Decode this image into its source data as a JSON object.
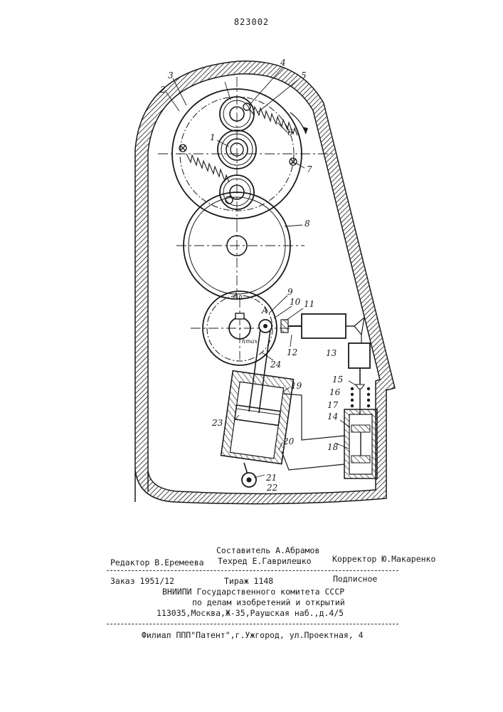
{
  "document": {
    "patent_number": "823002",
    "colors": {
      "ink": "#1a1a1a",
      "paper": "#ffffff"
    }
  },
  "figure": {
    "labels": {
      "n1": "1",
      "n2": "2",
      "n3": "3",
      "n4": "4",
      "n5": "5",
      "n6": "6",
      "n7": "7",
      "n8": "8",
      "n9": "9",
      "n10": "10",
      "n11": "11",
      "n12": "12",
      "n13": "13",
      "n14": "14",
      "n15": "15",
      "n16": "16",
      "n17": "17",
      "n18": "18",
      "n19": "19",
      "n20": "20",
      "n21": "21",
      "n22": "22",
      "n23": "23",
      "n24": "24",
      "a0": "A₀",
      "a": "A",
      "hmax": "hmax"
    }
  },
  "colophon": {
    "compiler": "Составитель А.Абрамов",
    "editor": "Редактор В.Еремеева",
    "techred": "Техред Е.Гаврилешко",
    "corrector": "Корректор Ю.Макаренко",
    "order": "Заказ 1951/12",
    "circulation": "Тираж 1148",
    "subscription": "Подписное",
    "org_line1": "ВНИИПИ Государственного комитета СССР",
    "org_line2": "по делам изобретений и открытий",
    "org_address": "113035,Москва,Ж-35,Раушская наб.,д.4/5",
    "branch": "Филиал ППП\"Патент\",г.Ужгород, ул.Проектная, 4"
  }
}
